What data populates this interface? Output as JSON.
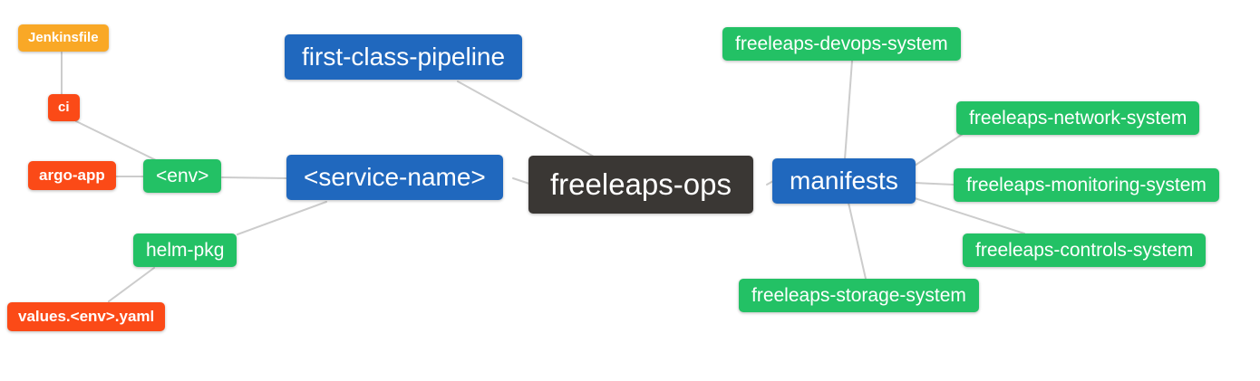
{
  "diagram": {
    "type": "mindmap",
    "root": "freeleaps-ops",
    "colors": {
      "orange": "#f9a826",
      "red": "#fb4a17",
      "green": "#23c165",
      "blue": "#2068be",
      "dark": "#3a3734",
      "line": "#cccccc"
    },
    "nodes": {
      "freeleaps_ops": {
        "label": "freeleaps-ops"
      },
      "first_class_pipeline": {
        "label": "first-class-pipeline"
      },
      "service_name": {
        "label": "<service-name>"
      },
      "env": {
        "label": "<env>"
      },
      "ci": {
        "label": "ci"
      },
      "jenkinsfile": {
        "label": "Jenkinsfile"
      },
      "argo_app": {
        "label": "argo-app"
      },
      "helm_pkg": {
        "label": "helm-pkg"
      },
      "values_env_yaml": {
        "label": "values.<env>.yaml"
      },
      "manifests": {
        "label": "manifests"
      },
      "devops_system": {
        "label": "freeleaps-devops-system"
      },
      "network_system": {
        "label": "freeleaps-network-system"
      },
      "monitoring_system": {
        "label": "freeleaps-monitoring-system"
      },
      "controls_system": {
        "label": "freeleaps-controls-system"
      },
      "storage_system": {
        "label": "freeleaps-storage-system"
      }
    },
    "edges": [
      [
        "freeleaps_ops",
        "first_class_pipeline"
      ],
      [
        "freeleaps_ops",
        "service_name"
      ],
      [
        "freeleaps_ops",
        "manifests"
      ],
      [
        "service_name",
        "env"
      ],
      [
        "service_name",
        "helm_pkg"
      ],
      [
        "env",
        "ci"
      ],
      [
        "env",
        "argo_app"
      ],
      [
        "ci",
        "jenkinsfile"
      ],
      [
        "helm_pkg",
        "values_env_yaml"
      ],
      [
        "manifests",
        "devops_system"
      ],
      [
        "manifests",
        "network_system"
      ],
      [
        "manifests",
        "monitoring_system"
      ],
      [
        "manifests",
        "controls_system"
      ],
      [
        "manifests",
        "storage_system"
      ]
    ]
  }
}
